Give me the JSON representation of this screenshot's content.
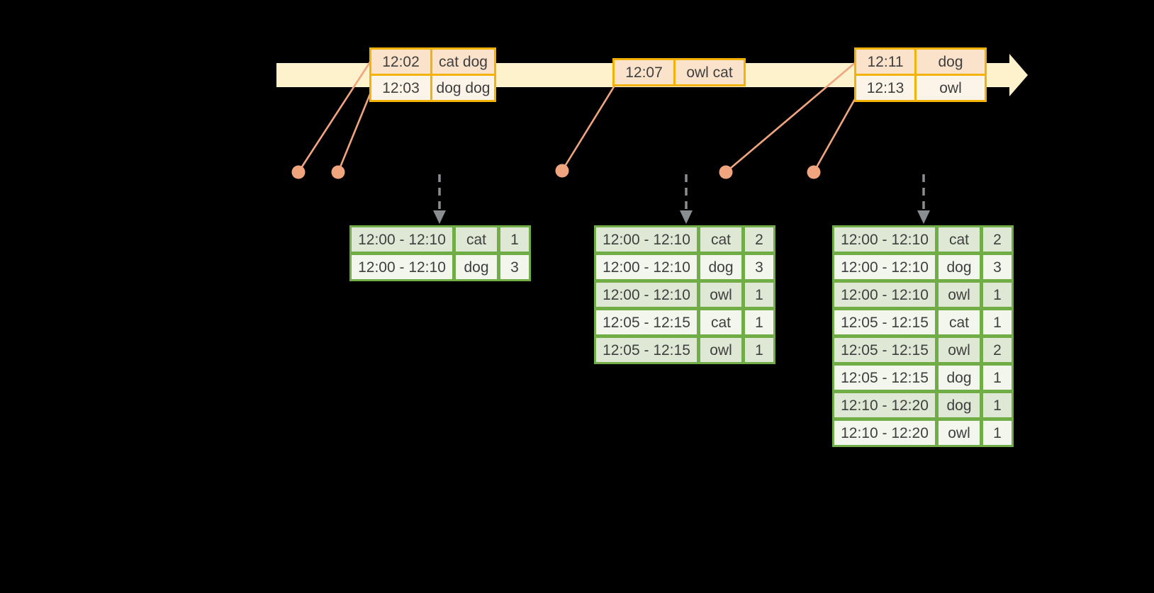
{
  "colors": {
    "background": "#000000",
    "timeline_band": "#FDF2CC",
    "event_table_border": "#F2B306",
    "event_row_peach": "#FBE3CB",
    "event_row_cream": "#FDF4E9",
    "connector_salmon": "#F1A57F",
    "result_table_border": "#70AD47",
    "result_row_sage": "#DFE8D5",
    "result_row_light": "#F2F6ED",
    "trigger_arrow_gray": "#8B8E91",
    "text": "#3F3F3F"
  },
  "timeline": {
    "event_tables": [
      {
        "id": "events-12-02",
        "rows": [
          {
            "time": "12:02",
            "value": "cat dog"
          },
          {
            "time": "12:03",
            "value": "dog dog"
          }
        ]
      },
      {
        "id": "events-12-07",
        "rows": [
          {
            "time": "12:07",
            "value": "owl cat"
          }
        ]
      },
      {
        "id": "events-12-11",
        "rows": [
          {
            "time": "12:11",
            "value": "dog"
          },
          {
            "time": "12:13",
            "value": "owl"
          }
        ]
      }
    ]
  },
  "result_tables": [
    {
      "id": "result-table-1",
      "rows": [
        {
          "window": "12:00 - 12:10",
          "word": "cat",
          "count": "1"
        },
        {
          "window": "12:00 - 12:10",
          "word": "dog",
          "count": "3"
        }
      ]
    },
    {
      "id": "result-table-2",
      "rows": [
        {
          "window": "12:00 - 12:10",
          "word": "cat",
          "count": "2"
        },
        {
          "window": "12:00 - 12:10",
          "word": "dog",
          "count": "3"
        },
        {
          "window": "12:00 - 12:10",
          "word": "owl",
          "count": "1"
        },
        {
          "window": "12:05 - 12:15",
          "word": "cat",
          "count": "1"
        },
        {
          "window": "12:05 - 12:15",
          "word": "owl",
          "count": "1"
        }
      ]
    },
    {
      "id": "result-table-3",
      "rows": [
        {
          "window": "12:00 - 12:10",
          "word": "cat",
          "count": "2"
        },
        {
          "window": "12:00 - 12:10",
          "word": "dog",
          "count": "3"
        },
        {
          "window": "12:00 - 12:10",
          "word": "owl",
          "count": "1"
        },
        {
          "window": "12:05 - 12:15",
          "word": "cat",
          "count": "1"
        },
        {
          "window": "12:05 - 12:15",
          "word": "owl",
          "count": "2"
        },
        {
          "window": "12:05 - 12:15",
          "word": "dog",
          "count": "1"
        },
        {
          "window": "12:10 - 12:20",
          "word": "dog",
          "count": "1"
        },
        {
          "window": "12:10 - 12:20",
          "word": "owl",
          "count": "1"
        }
      ]
    }
  ]
}
